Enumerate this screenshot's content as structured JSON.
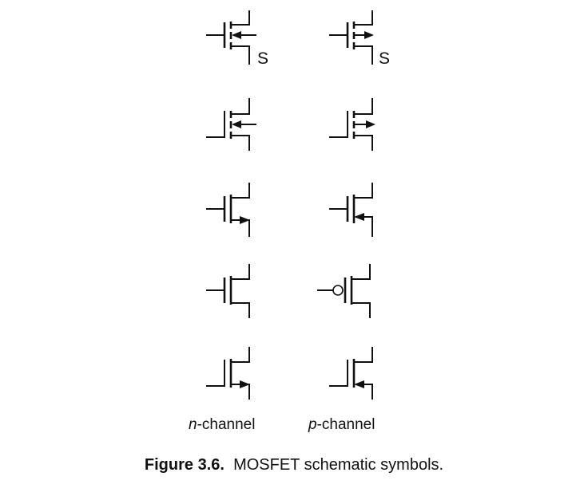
{
  "figure": {
    "columns": [
      {
        "letter": "n",
        "suffix": "-channel"
      },
      {
        "letter": "p",
        "suffix": "-channel"
      }
    ],
    "source_label": "S",
    "caption_number": "Figure 3.6.",
    "caption_text": "MOSFET schematic symbols."
  }
}
